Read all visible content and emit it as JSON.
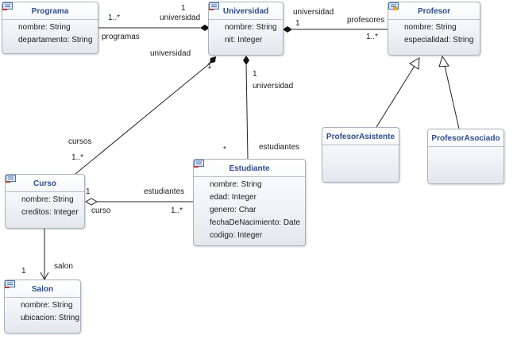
{
  "classes": {
    "programa": {
      "name": "Programa",
      "attributes": [
        "nombre: String",
        "departamento: String"
      ]
    },
    "universidad": {
      "name": "Universidad",
      "attributes": [
        "nombre: String",
        "nit: Integer"
      ]
    },
    "profesor": {
      "name": "Profesor",
      "attributes": [
        "nombre: String",
        "especialidad: String"
      ]
    },
    "profesor_asistente": {
      "name": "ProfesorAsistente",
      "attributes": []
    },
    "profesor_asociado": {
      "name": "ProfesorAsociado",
      "attributes": []
    },
    "curso": {
      "name": "Curso",
      "attributes": [
        "nombre: String",
        "creditos: Integer"
      ]
    },
    "estudiante": {
      "name": "Estudiante",
      "attributes": [
        "nombre: String",
        "edad: Integer",
        "genero: Char",
        "fechaDeNacimiento: Date",
        "codigo: Integer"
      ]
    },
    "salon": {
      "name": "Salon",
      "attributes": [
        "nombre: String",
        "ubicacion: String"
      ]
    }
  },
  "labels": {
    "prog_mult": "1..*",
    "prog_univ_mult": "1",
    "prog_univ_role": "universidad",
    "prog_role": "programas",
    "univ_prof_role": "universidad",
    "univ_prof_mult": "1",
    "prof_role": "profesores",
    "prof_mult": "1..*",
    "curso_univ_role": "universidad",
    "curso_univ_mult": "1",
    "est_univ_mult": "1",
    "est_univ_role": "universidad",
    "cursos_role": "cursos",
    "cursos_mult": "1..*",
    "est_star": "*",
    "est_role": "estudiantes",
    "curso_est_mult": "1",
    "curso_est_role": "estudiantes",
    "curso_role": "curso",
    "curso_est_mult2": "1..*",
    "salon_mult": "1",
    "salon_role": "salon"
  },
  "colors": {
    "title": "#2e4d8c",
    "line": "#222222"
  }
}
